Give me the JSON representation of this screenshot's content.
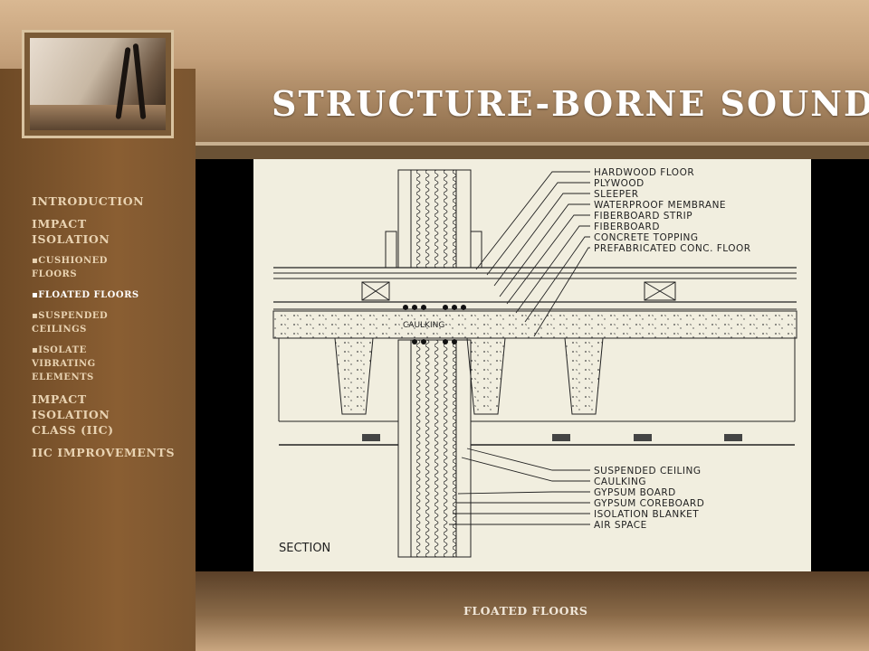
{
  "title": "STRUCTURE-BORNE SOUND",
  "footer": "FLOATED FLOORS",
  "nav": {
    "items": [
      {
        "label": "INTRODUCTION"
      },
      {
        "label": "IMPACT ISOLATION"
      },
      {
        "label": "▪CUSHIONED FLOORS"
      },
      {
        "label": "▪FLOATED FLOORS"
      },
      {
        "label": "▪SUSPENDED CEILINGS"
      },
      {
        "label": "▪ISOLATE VIBRATING ELEMENTS"
      },
      {
        "label": "IMPACT ISOLATION CLASS (IIC)"
      },
      {
        "label": "IIC IMPROVEMENTS"
      }
    ]
  },
  "diagram": {
    "top_labels": [
      "HARDWOOD FLOOR",
      "PLYWOOD",
      "SLEEPER",
      "WATERPROOF MEMBRANE",
      "FIBERBOARD STRIP",
      "FIBERBOARD",
      "CONCRETE TOPPING",
      "PREFABRICATED CONC. FLOOR"
    ],
    "bottom_labels": [
      "SUSPENDED CEILING",
      "CAULKING",
      "GYPSUM BOARD",
      "GYPSUM COREBOARD",
      "ISOLATION BLANKET",
      "AIR SPACE"
    ],
    "caulking_label": "CAULKING",
    "section_label": "SECTION"
  },
  "colors": {
    "accent": "#e9d3b2",
    "diagram_bg": "#f1eedf",
    "sidebar": "#8a5e32"
  }
}
